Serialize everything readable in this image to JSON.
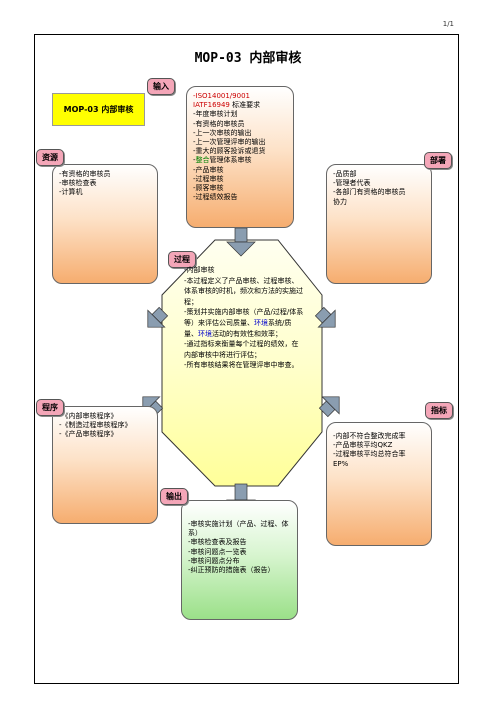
{
  "page_number": "1/1",
  "title": "MOP-03 内部审核",
  "yellow_tag": "MOP-03 内部审核",
  "tags": {
    "input": "输入",
    "resources": "资源",
    "department": "部署",
    "process": "过程",
    "procedure": "程序",
    "indicators": "指标",
    "output": "输出"
  },
  "input_box": {
    "line1": "-ISO14001/9001",
    "line2_a": "IATF16949",
    "line2_b": " 标准要求",
    "line3": "-年度审核计划",
    "line4": "-有资格的审核员",
    "line5": "-上一次审核的输出",
    "line6": "-上一次管理评审的输出",
    "line7": "-重大的顾客投诉或退货",
    "line8_a": "-",
    "line8_b": "整合",
    "line8_c": "管理体系审核",
    "line9": "-产品审核",
    "line10": "-过程审核",
    "line11": "-顾客审核",
    "line12": "-过程绩效报告"
  },
  "resources_box": {
    "line1": "-有资格的审核员",
    "line2": "-审核检查表",
    "line3": "-计算机"
  },
  "department_box": {
    "line1": "-品质部",
    "line2": "-管理者代表",
    "line3": "-各部门有资格的审核员",
    "line4": "协力"
  },
  "process_box": {
    "line1": "-内部审核",
    "line2": "-本过程定义了产品审核、过程审核、体系审核的时机，频次和方法的实施过程；",
    "line3_a": "-策划并实施内部审核（产品/过程/体系等）来评估公司质量、",
    "line3_b": "环境",
    "line3_c": "系统/质量、",
    "line3_d": "环境",
    "line3_e": "活动的有效性和效率；",
    "line4": "-通过指标来衡量每个过程的绩效，在内部审核中将进行评估；",
    "line5": "-所有审核结果将在管理评审中审查。"
  },
  "procedure_box": {
    "line1": "-《内部审核程序》",
    "line2": "-《制造过程审核程序》",
    "line3": "-《产品审核程序》"
  },
  "indicators_box": {
    "line1": "-内部不符合整改完成率",
    "line2": "-产品审核平均QKZ",
    "line3": "-过程审核平均总符合率",
    "line4": "EP%"
  },
  "output_box": {
    "line1": "-审核实施计划（产品、过程、体系）",
    "line2": "-审核检查表及报告",
    "line3": "-审核问题点一览表",
    "line4": "-审核问题点分布",
    "line5": "-纠正预防的措施表（报告）"
  },
  "colors": {
    "tag_pink": "#f4a6b8",
    "octagon_yellow": "#ffff99",
    "arrow_slate": "#8a9db0",
    "title_tag_yellow": "#ffff00",
    "integration_text": "#008000",
    "environment_text": "#0000cc"
  }
}
